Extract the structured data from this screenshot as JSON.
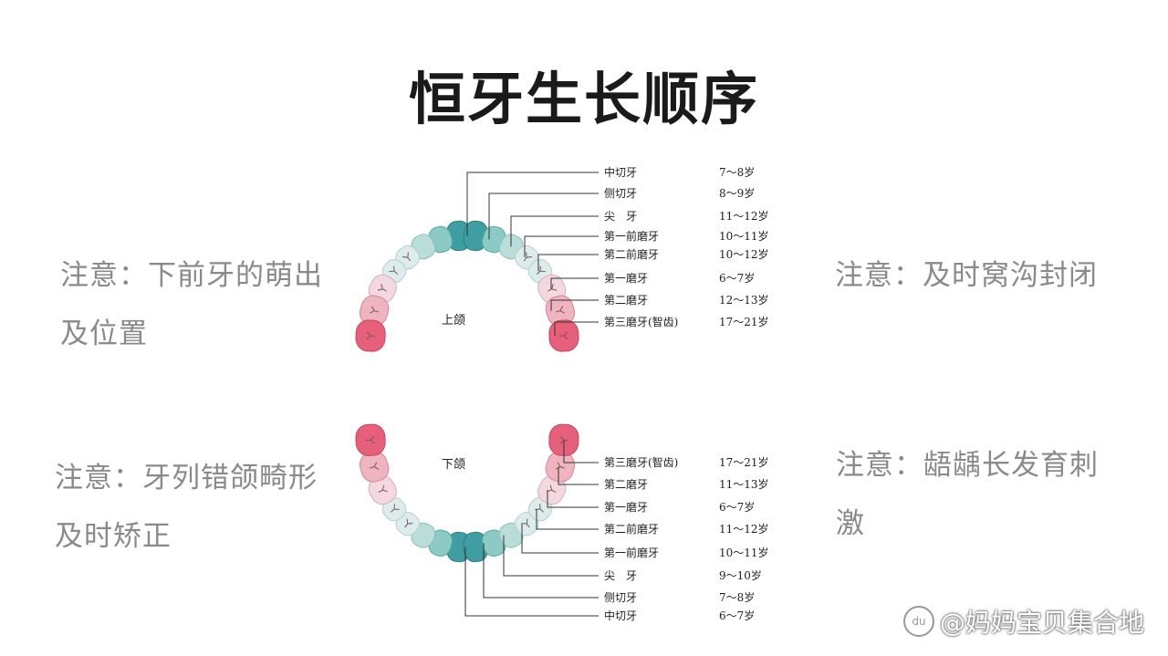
{
  "title": "恒牙生长顺序",
  "notes": {
    "upper_left": "注意：下前牙的萌出及位置",
    "upper_right": "注意：及时窝沟封闭",
    "lower_left": "注意：牙列错颌畸形及时矫正",
    "lower_right": "注意：龉龋长发育刺激"
  },
  "upper_jaw": {
    "label": "上颌",
    "teeth": [
      {
        "name": "中切牙",
        "age": "7～8岁"
      },
      {
        "name": "侧切牙",
        "age": "8～9岁"
      },
      {
        "name": "尖　牙",
        "age": "11～12岁"
      },
      {
        "name": "第一前磨牙",
        "age": "10～11岁"
      },
      {
        "name": "第二前磨牙",
        "age": "10～12岁"
      },
      {
        "name": "第一磨牙",
        "age": "6～7岁"
      },
      {
        "name": "第二磨牙",
        "age": "12～13岁"
      },
      {
        "name": "第三磨牙(智齿)",
        "age": "17～21岁"
      }
    ]
  },
  "lower_jaw": {
    "label": "下颌",
    "teeth": [
      {
        "name": "第三磨牙(智齿)",
        "age": "17～21岁"
      },
      {
        "name": "第二磨牙",
        "age": "11～13岁"
      },
      {
        "name": "第一磨牙",
        "age": "6～7岁"
      },
      {
        "name": "第二前磨牙",
        "age": "11～12岁"
      },
      {
        "name": "第一前磨牙",
        "age": "10～11岁"
      },
      {
        "name": "尖　牙",
        "age": "9～10岁"
      },
      {
        "name": "侧切牙",
        "age": "7～8岁"
      },
      {
        "name": "中切牙",
        "age": "6～7岁"
      }
    ]
  },
  "watermark": "@妈妈宝贝集合地",
  "colors": {
    "incisor": "#3f9ea3",
    "incisor_light": "#8ccac6",
    "canine": "#b9ddd8",
    "premolar": "#dcecec",
    "molar_light": "#f3d9df",
    "molar_mid": "#eeb5c1",
    "molar_dark": "#e27289",
    "wisdom": "#e6607b"
  }
}
